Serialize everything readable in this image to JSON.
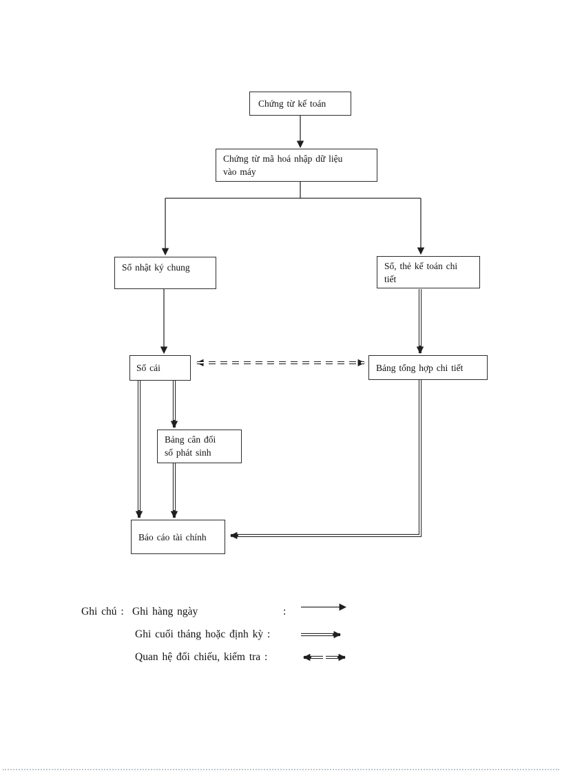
{
  "diagram": {
    "boxes": {
      "chung_tu_ke_toan": "Chứng từ kế toán",
      "chung_tu_ma_hoa": "Chứng từ mã hoá nhập dữ liệu vào máy",
      "so_nhat_ky_chung": "Sổ nhật ký chung",
      "so_the_ke_toan_chi_tiet": "Sổ, thẻ kế toán chi tiết",
      "so_cai": "Sổ cái",
      "bang_tong_hop_chi_tiet": "Bảng tổng hợp chi tiết",
      "bang_can_doi_so_phat_sinh": "Bảng cân đối số phát sinh",
      "bao_cao_tai_chinh": "Báo cáo tài chính"
    },
    "edges": [
      {
        "from": "Chứng từ kế toán",
        "to": "Chứng từ mã hoá nhập dữ liệu vào máy",
        "style": "single-solid-arrow"
      },
      {
        "from": "Chứng từ mã hoá nhập dữ liệu vào máy",
        "to": "Sổ nhật ký chung",
        "style": "single-solid-arrow"
      },
      {
        "from": "Chứng từ mã hoá nhập dữ liệu vào máy",
        "to": "Sổ, thẻ kế toán chi tiết",
        "style": "single-solid-arrow"
      },
      {
        "from": "Sổ nhật ký chung",
        "to": "Sổ cái",
        "style": "single-solid-arrow"
      },
      {
        "from": "Sổ, thẻ kế toán chi tiết",
        "to": "Bảng tổng hợp chi tiết",
        "style": "double-solid-arrow"
      },
      {
        "from": "Sổ cái",
        "to": "Bảng tổng hợp chi tiết",
        "style": "dashed-double-two-way-arrow"
      },
      {
        "from": "Sổ cái",
        "to": "Bảng cân đối số phát sinh",
        "style": "double-solid-arrow"
      },
      {
        "from": "Sổ cái",
        "to": "Báo cáo tài chính",
        "style": "double-solid-arrow"
      },
      {
        "from": "Bảng cân đối số phát sinh",
        "to": "Báo cáo tài chính",
        "style": "double-solid-arrow"
      },
      {
        "from": "Bảng tổng hợp chi tiết",
        "to": "Báo cáo tài chính",
        "style": "double-solid-arrow"
      }
    ]
  },
  "legend": {
    "title": "Ghi chú :",
    "item_daily": "Ghi hàng ngày",
    "item_daily_colon": ":",
    "item_periodic": "Ghi cuối tháng hoặc định kỳ :",
    "item_reconcile": "Quan hệ đối chiếu, kiểm tra :"
  },
  "colors": {
    "line": "#2b2b2b",
    "arrowhead": "#1f1f1f",
    "text": "#111111",
    "background": "#ffffff",
    "footer_dots": "#bfc5cb"
  }
}
